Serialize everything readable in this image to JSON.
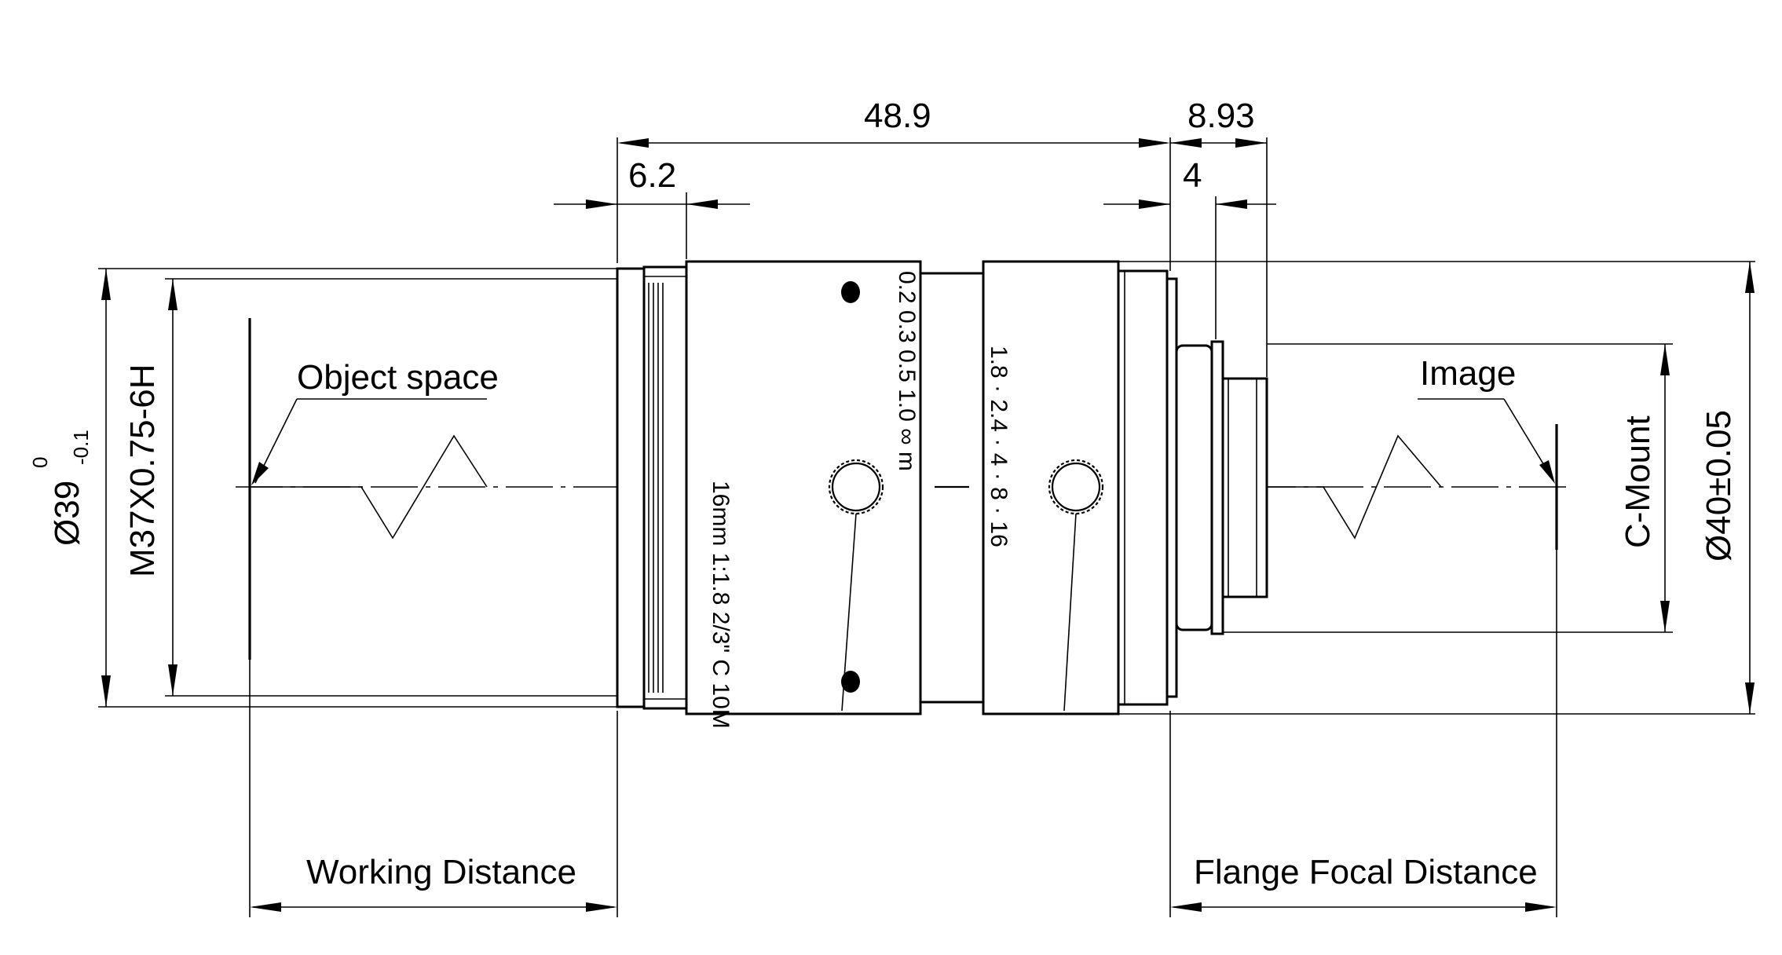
{
  "dimensions": {
    "overall_length": "48.9",
    "front_offset": "6.2",
    "flange_total": "8.93",
    "flange_step": "4",
    "diameter_39": "Ø39",
    "diameter_39_tol_upper": "0",
    "diameter_39_tol_lower": "-0.1",
    "filter_thread": "M37X0.75-6H",
    "diameter_40": "Ø40±0.05",
    "c_mount": "C-Mount"
  },
  "labels": {
    "object_space": "Object space",
    "image": "Image",
    "working_distance": "Working Distance",
    "flange_focal_distance": "Flange Focal Distance"
  },
  "lens_markings": {
    "focus_scale": "0.2 0.3  0.5 1.0   ∞   m",
    "aperture_scale": "1.8 · 2.4 ·  4  · 8 · 16",
    "model": "16mm 1:1.8 2/3\" C 10M"
  }
}
